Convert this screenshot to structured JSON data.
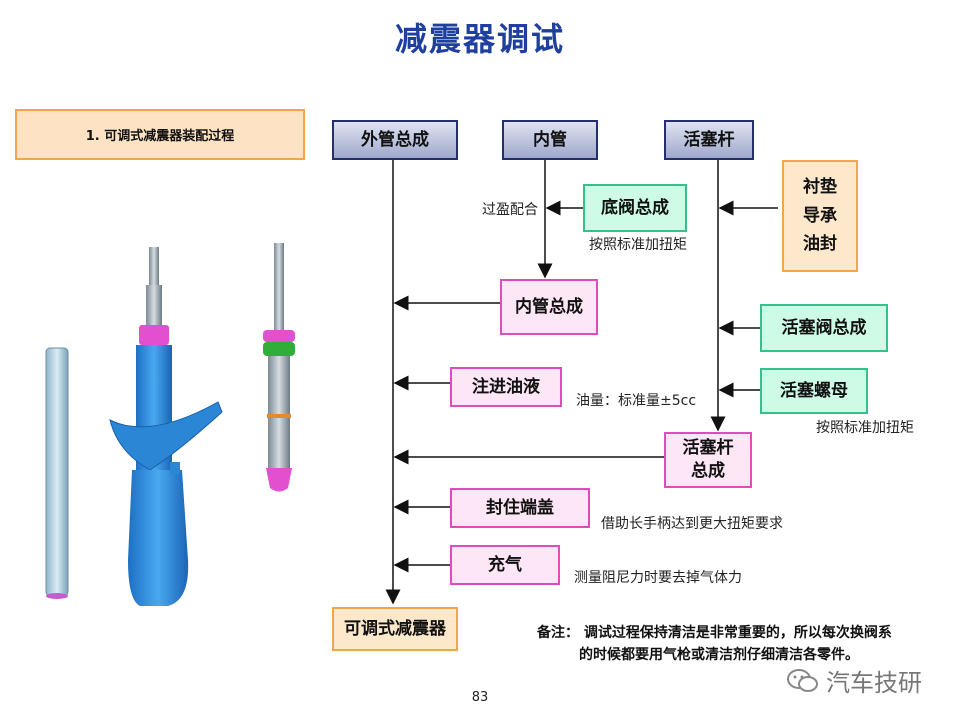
{
  "title": "减震器调试",
  "step_label": "1. 可调式减震器装配过程",
  "boxes": {
    "outer_tube": "外管总成",
    "inner_tube": "内管",
    "piston_rod": "活塞杆",
    "bottom_valve": "底阀总成",
    "liner": "衬垫",
    "guide": "导承",
    "oil_seal": "油封",
    "inner_tube_asm": "内管总成",
    "piston_valve": "活塞阀总成",
    "fill_oil": "注进油液",
    "piston_nut": "活塞螺母",
    "piston_rod_asm_1": "活塞杆",
    "piston_rod_asm_2": "总成",
    "seal_cap": "封住端盖",
    "charge_gas": "充气",
    "result": "可调式减震器"
  },
  "notes": {
    "interference_fit": "过盈配合",
    "torque_1": "按照标准加扭矩",
    "oil_amount": "油量：标准量±5cc",
    "torque_2": "按照标准加扭矩",
    "long_handle": "借助长手柄达到更大扭矩要求",
    "measure_damping": "测量阻尼力时要去掉气体力"
  },
  "remark": {
    "line1": "备注： 调试过程保持清洁是非常重要的，所以每次换阀系",
    "line2": "的时候都要用气枪或清洁剂仔细清洁各零件。"
  },
  "page_number": "83",
  "watermark": "汽车技研",
  "colors": {
    "title": "#1f3f9e",
    "tube_blue": "#2f8fe0",
    "magenta": "#e24fcf",
    "green_part": "#2fae3a",
    "orange_border": "#f4a548",
    "pink_border": "#e04bbd",
    "green_border": "#34c28a"
  }
}
